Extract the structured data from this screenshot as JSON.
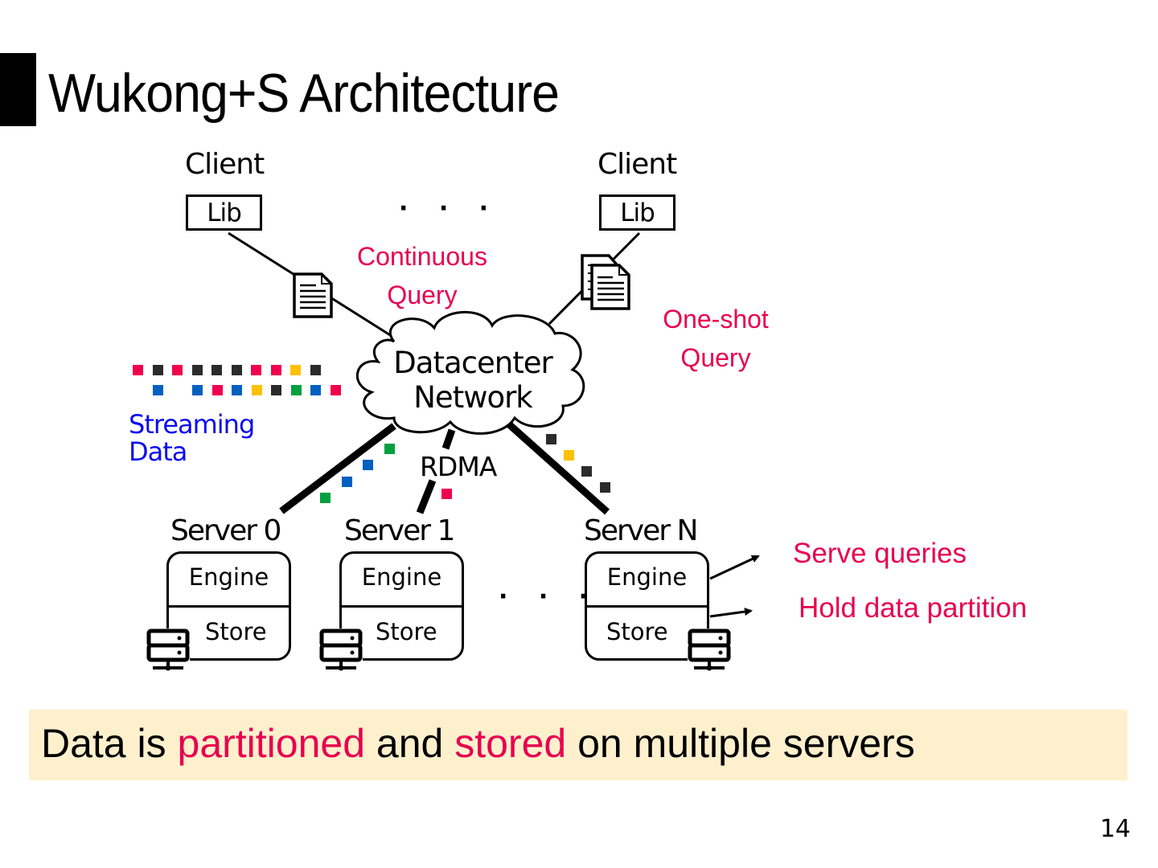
{
  "slide": {
    "title": "Wukong+S Architecture",
    "page_number": "14"
  },
  "colors": {
    "accent_pink": "#e8004f",
    "stream_blue": "#0a0af0",
    "summary_bg": "#fff0cd",
    "packet_pink": "#f0004e",
    "packet_dark": "#2b2b2b",
    "packet_yellow": "#ffc000",
    "packet_blue": "#0060c0",
    "packet_green": "#00a040"
  },
  "clients": [
    {
      "label": "Client",
      "lib": "Lib"
    },
    {
      "label": "Client",
      "lib": "Lib"
    }
  ],
  "ellipsis": "· · ·",
  "queries": {
    "continuous": [
      "Continuous",
      "Query"
    ],
    "oneshot": [
      "One-shot",
      "Query"
    ]
  },
  "streaming": {
    "label_line1": "Streaming",
    "label_line2": "Data",
    "row1": [
      "pink",
      "dark",
      "pink",
      "dark",
      "dark",
      "dark",
      "pink",
      "pink",
      "yellow",
      "dark"
    ],
    "row2": [
      "blue",
      null,
      "blue",
      "pink",
      "blue",
      "yellow",
      "dark",
      "green",
      "blue",
      "pink"
    ]
  },
  "network": {
    "line1": "Datacenter",
    "line2": "Network",
    "rdma": "RDMA"
  },
  "link_packets": {
    "server0": [
      "green",
      "blue",
      "blue",
      "green"
    ],
    "server1": [
      "pink"
    ],
    "serverN": [
      "dark",
      "yellow",
      "dark",
      "dark"
    ]
  },
  "servers": [
    {
      "label": "Server 0",
      "engine": "Engine",
      "store": "Store"
    },
    {
      "label": "Server 1",
      "engine": "Engine",
      "store": "Store"
    },
    {
      "label": "Server N",
      "engine": "Engine",
      "store": "Store"
    }
  ],
  "roles": {
    "engine": "Serve queries",
    "store": "Hold data partition"
  },
  "summary": {
    "parts": [
      {
        "text": "Data is ",
        "highlight": false
      },
      {
        "text": "partitioned",
        "highlight": true
      },
      {
        "text": " and ",
        "highlight": false
      },
      {
        "text": "stored",
        "highlight": true
      },
      {
        "text": " on multiple servers",
        "highlight": false
      }
    ]
  }
}
